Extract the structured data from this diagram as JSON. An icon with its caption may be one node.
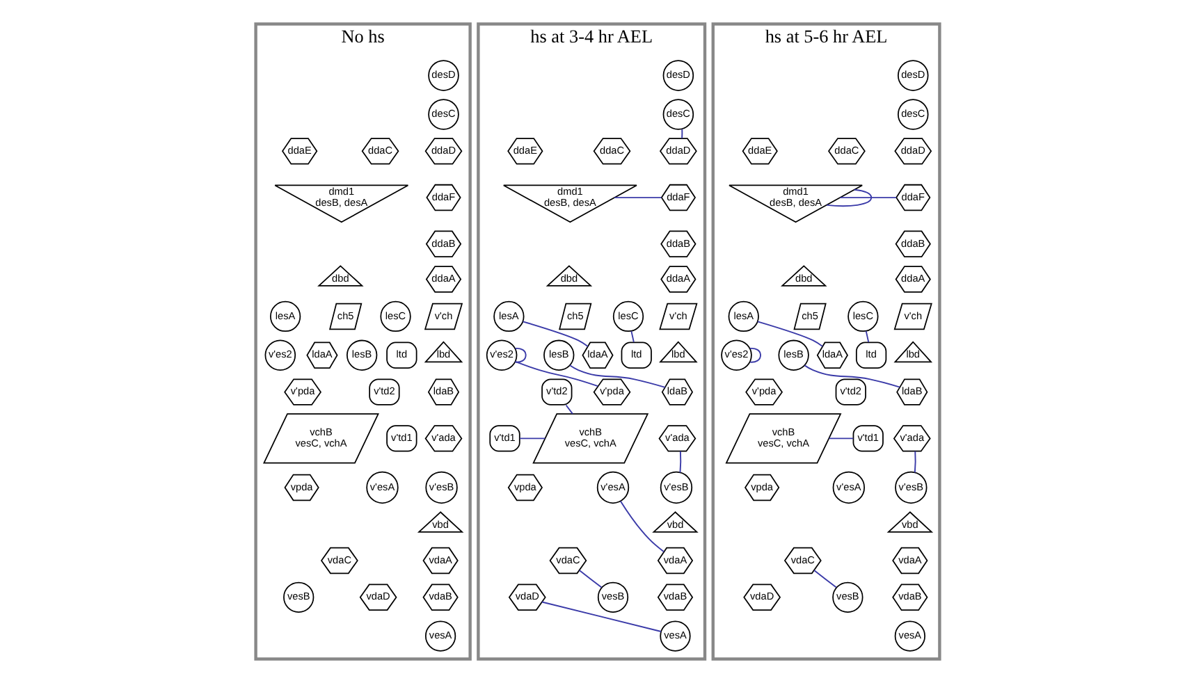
{
  "diagram": {
    "nodes": [
      {
        "text": [
          "No hs"
        ]
      },
      {
        "text": [
          "desD"
        ],
        "in": 0
      },
      {
        "text": [
          "desC"
        ],
        "in": 0
      },
      {
        "text": [
          "ddaD"
        ],
        "in": 0
      },
      {
        "text": [
          "ddaC"
        ],
        "in": 0
      },
      {
        "text": [
          "ddaE"
        ],
        "in": 0
      },
      {
        "text": [
          "ddaF"
        ],
        "in": 0
      },
      {
        "text": [
          "dmd1",
          "desB, desA"
        ],
        "in": 0
      },
      {
        "text": [
          "ddaB"
        ],
        "in": 0
      },
      {
        "text": [
          "ddaA"
        ],
        "in": 0
      },
      {
        "text": [
          "dbd"
        ],
        "in": 0
      },
      {
        "text": [
          "v'ch"
        ],
        "in": 0
      },
      {
        "text": [
          "lesC"
        ],
        "in": 0
      },
      {
        "text": [
          "ch5"
        ],
        "in": 0
      },
      {
        "text": [
          "lesA"
        ],
        "in": 0
      },
      {
        "text": [
          "ltd"
        ],
        "in": 0
      },
      {
        "text": [
          "lbd"
        ],
        "in": 0
      },
      {
        "text": [
          "lesB"
        ],
        "in": 0
      },
      {
        "text": [
          "ldaA"
        ],
        "in": 0
      },
      {
        "text": [
          "v'es2"
        ],
        "in": 0
      },
      {
        "text": [
          "ldaB"
        ],
        "in": 0
      },
      {
        "text": [
          "v'td2"
        ],
        "in": 0
      },
      {
        "text": [
          "v'pda"
        ],
        "in": 0
      },
      {
        "text": [
          "v'td1"
        ],
        "in": 0
      },
      {
        "text": [
          "v'ada"
        ],
        "in": 0
      },
      {
        "text": [
          "vchB",
          "vesC, vchA"
        ],
        "in": 0
      },
      {
        "text": [
          "v'esB"
        ],
        "in": 0
      },
      {
        "text": [
          "v'esA"
        ],
        "in": 0
      },
      {
        "text": [
          "vpda"
        ],
        "in": 0
      },
      {
        "text": [
          "vbd"
        ],
        "in": 0
      },
      {
        "text": [
          "vdaC"
        ],
        "in": 0
      },
      {
        "text": [
          "vdaA"
        ],
        "in": 0
      },
      {
        "text": [
          "vdaB"
        ],
        "in": 0
      },
      {
        "text": [
          "vdaD"
        ],
        "in": 0
      },
      {
        "text": [
          "vesB"
        ],
        "in": 0
      },
      {
        "text": [
          "vesA"
        ],
        "in": 0
      },
      {
        "text": [
          "hs at 3-4 hr AEL"
        ]
      },
      {
        "text": [
          "desD"
        ],
        "in": 36
      },
      {
        "text": [
          "desC"
        ],
        "in": 36
      },
      {
        "text": [
          "ddaD"
        ],
        "in": 36
      },
      {
        "text": [
          "ddaC"
        ],
        "in": 36
      },
      {
        "text": [
          "ddaE"
        ],
        "in": 36
      },
      {
        "text": [
          "ddaF"
        ],
        "in": 36
      },
      {
        "text": [
          "dmd1",
          "desB, desA"
        ],
        "in": 36
      },
      {
        "text": [
          "ddaB"
        ],
        "in": 36
      },
      {
        "text": [
          "ddaA"
        ],
        "in": 36
      },
      {
        "text": [
          "dbd"
        ],
        "in": 36
      },
      {
        "text": [
          "v'ch"
        ],
        "in": 36
      },
      {
        "text": [
          "lesC"
        ],
        "in": 36
      },
      {
        "text": [
          "ch5"
        ],
        "in": 36
      },
      {
        "text": [
          "lesA"
        ],
        "in": 36
      },
      {
        "text": [
          "ltd"
        ],
        "in": 36
      },
      {
        "text": [
          "lbd"
        ],
        "in": 36
      },
      {
        "text": [
          "lesB"
        ],
        "in": 36
      },
      {
        "text": [
          "ldaA"
        ],
        "in": 36
      },
      {
        "text": [
          "v'es2"
        ],
        "in": 36
      },
      {
        "text": [
          "ldaB"
        ],
        "in": 36
      },
      {
        "text": [
          "v'td2"
        ],
        "in": 36
      },
      {
        "text": [
          "v'pda"
        ],
        "in": 36
      },
      {
        "text": [
          "v'td1"
        ],
        "in": 36
      },
      {
        "text": [
          "v'ada"
        ],
        "in": 36
      },
      {
        "text": [
          "vchB",
          "vesC, vchA"
        ],
        "in": 36
      },
      {
        "text": [
          "v'esB"
        ],
        "in": 36
      },
      {
        "text": [
          "v'esA"
        ],
        "in": 36
      },
      {
        "text": [
          "vpda"
        ],
        "in": 36
      },
      {
        "text": [
          "vbd"
        ],
        "in": 36
      },
      {
        "text": [
          "vdaC"
        ],
        "in": 36
      },
      {
        "text": [
          "vdaA"
        ],
        "in": 36
      },
      {
        "text": [
          "vdaB"
        ],
        "in": 36
      },
      {
        "text": [
          "vdaD"
        ],
        "in": 36
      },
      {
        "text": [
          "vesB"
        ],
        "in": 36
      },
      {
        "text": [
          "vesA"
        ],
        "in": 36
      },
      {
        "text": [
          "hs at 5-6 hr AEL"
        ]
      },
      {
        "text": [
          "desD"
        ],
        "in": 72
      },
      {
        "text": [
          "desC"
        ],
        "in": 72
      },
      {
        "text": [
          "ddaD"
        ],
        "in": 72
      },
      {
        "text": [
          "ddaC"
        ],
        "in": 72
      },
      {
        "text": [
          "ddaE"
        ],
        "in": 72
      },
      {
        "text": [
          "ddaF"
        ],
        "in": 72
      },
      {
        "text": [
          "dmd1",
          "desB, desA"
        ],
        "in": 72
      },
      {
        "text": [
          "ddaB"
        ],
        "in": 72
      },
      {
        "text": [
          "ddaA"
        ],
        "in": 72
      },
      {
        "text": [
          "dbd"
        ],
        "in": 72
      },
      {
        "text": [
          "v'ch"
        ],
        "in": 72
      },
      {
        "text": [
          "lesC"
        ],
        "in": 72
      },
      {
        "text": [
          "ch5"
        ],
        "in": 72
      },
      {
        "text": [
          "lesA"
        ],
        "in": 72
      },
      {
        "text": [
          "ltd"
        ],
        "in": 72
      },
      {
        "text": [
          "lbd"
        ],
        "in": 72
      },
      {
        "text": [
          "lesB"
        ],
        "in": 72
      },
      {
        "text": [
          "ldaA"
        ],
        "in": 72
      },
      {
        "text": [
          "v'es2"
        ],
        "in": 72
      },
      {
        "text": [
          "ldaB"
        ],
        "in": 72
      },
      {
        "text": [
          "v'td2"
        ],
        "in": 72
      },
      {
        "text": [
          "v'pda"
        ],
        "in": 72
      },
      {
        "text": [
          "v'td1"
        ],
        "in": 72
      },
      {
        "text": [
          "v'ada"
        ],
        "in": 72
      },
      {
        "text": [
          "vchB",
          "vesC, vchA"
        ],
        "in": 72
      },
      {
        "text": [
          "v'esB"
        ],
        "in": 72
      },
      {
        "text": [
          "v'esA"
        ],
        "in": 72
      },
      {
        "text": [
          "vpda"
        ],
        "in": 72
      },
      {
        "text": [
          "vbd"
        ],
        "in": 72
      },
      {
        "text": [
          "vdaC"
        ],
        "in": 72
      },
      {
        "text": [
          "vdaA"
        ],
        "in": 72
      },
      {
        "text": [
          "vdaB"
        ],
        "in": 72
      },
      {
        "text": [
          "vdaD"
        ],
        "in": 72
      },
      {
        "text": [
          "vesB"
        ],
        "in": 72
      },
      {
        "text": [
          "vesA"
        ],
        "in": 72
      }
    ],
    "edges": [
      {
        "from": 38,
        "to": 39,
        "arrow": "none"
      },
      {
        "from": 42,
        "to": 43,
        "arrow": "none"
      },
      {
        "from": 48,
        "to": 51,
        "arrow": "none"
      },
      {
        "from": 50,
        "to": 54,
        "arrow": "none"
      },
      {
        "from": 53,
        "to": 56,
        "arrow": "none"
      },
      {
        "from": 55,
        "to": 55,
        "arrow": "none"
      },
      {
        "from": 58,
        "to": 55,
        "arrow": "none"
      },
      {
        "from": 57,
        "to": 61,
        "arrow": "none"
      },
      {
        "from": 59,
        "to": 61,
        "arrow": "none"
      },
      {
        "from": 60,
        "to": 62,
        "arrow": "none"
      },
      {
        "from": 63,
        "to": 67,
        "arrow": "none"
      },
      {
        "from": 66,
        "to": 70,
        "arrow": "none"
      },
      {
        "from": 69,
        "to": 71,
        "arrow": "none"
      },
      {
        "from": 78,
        "to": 79,
        "arrow": "none"
      },
      {
        "from": 79,
        "to": 79,
        "arrow": "none"
      },
      {
        "from": 84,
        "to": 87,
        "arrow": "none"
      },
      {
        "from": 86,
        "to": 90,
        "arrow": "none"
      },
      {
        "from": 89,
        "to": 92,
        "arrow": "none"
      },
      {
        "from": 91,
        "to": 91,
        "arrow": "none"
      },
      {
        "from": 95,
        "to": 97,
        "arrow": "none"
      },
      {
        "from": 96,
        "to": 98,
        "arrow": "none"
      },
      {
        "from": 102,
        "to": 106,
        "arrow": "none"
      }
    ]
  }
}
